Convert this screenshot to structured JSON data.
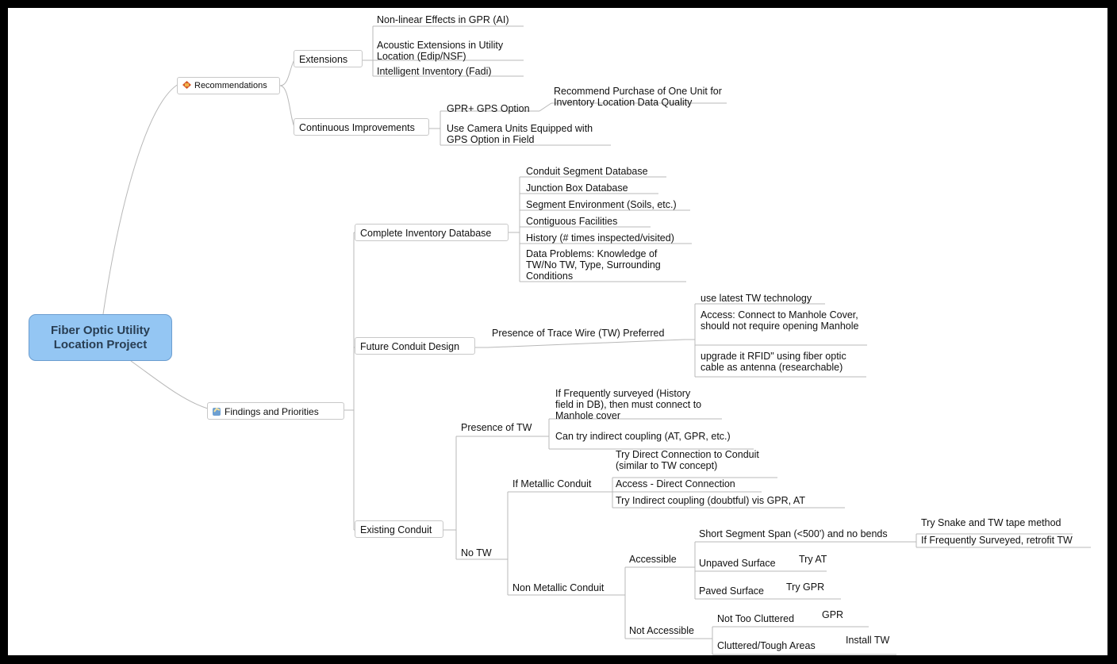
{
  "root": "Fiber Optic Utility Location Project",
  "nodes": {
    "recommendations": "Recommendations",
    "extensions": "Extensions",
    "nonlinear": "Non-linear Effects in GPR (AI)",
    "acoustic": "Acoustic Extensions in Utility Location (Edip/NSF)",
    "intelligent": "Intelligent Inventory (Fadi)",
    "continuous": "Continuous Improvements",
    "gprgps": "GPR+ GPS Option",
    "recommend_purchase": "Recommend Purchase of One Unit for Inventory Location Data Quality",
    "use_camera": "Use Camera Units Equipped with GPS Option in Field",
    "findings": "Findings and Priorities",
    "complete_inventory": "Complete Inventory Database",
    "conduit_segment": "Conduit Segment Database",
    "junction_box": "Junction Box Database",
    "segment_env": "Segment Environment (Soils, etc.)",
    "contiguous": "Contiguous Facilities",
    "history": "History (# times inspected/visited)",
    "data_problems": "Data Problems: Knowledge of TW/No TW, Type, Surrounding Conditions",
    "future_conduit": "Future Conduit Design",
    "presence_tw_pref": "Presence of Trace Wire (TW) Preferred",
    "use_latest": "use latest TW technology",
    "access_connect": "Access: Connect to Manhole Cover, should not require opening Manhole",
    "upgrade_rfid": "upgrade it RFID\" using fiber optic cable as antenna (researchable)",
    "existing_conduit": "Existing Conduit",
    "presence_tw": "Presence of TW",
    "if_frequently": "If Frequently surveyed (History field in DB), then must connect to Manhole cover",
    "can_try_indirect": "Can try indirect coupling (AT, GPR, etc.)",
    "no_tw": "No TW",
    "if_metallic": "If Metallic Conduit",
    "try_direct": "Try Direct Connection to Conduit (similar to TW concept)",
    "access_direct": "Access - Direct Connection",
    "try_indirect_doubtful": "Try Indirect coupling (doubtful) vis GPR, AT",
    "non_metallic": "Non Metallic Conduit",
    "accessible": "Accessible",
    "short_segment": "Short Segment Span (<500') and no bends",
    "try_snake": "Try Snake and TW tape method",
    "if_freq_retrofit": "If Frequently Surveyed, retrofit TW",
    "unpaved": "Unpaved Surface",
    "try_at": "Try AT",
    "paved": "Paved Surface",
    "try_gpr": "Try GPR",
    "not_accessible": "Not Accessible",
    "not_too_cluttered": "Not Too Cluttered",
    "gpr": "GPR",
    "cluttered": "Cluttered/Tough Areas",
    "install_tw": "Install TW"
  },
  "icons": [
    "recommendations-icon",
    "findings-icon"
  ],
  "colors": {
    "root_fill": "#94c6f3",
    "root_text": "#283d52",
    "line": "#b4b4b4",
    "frame": "#000000"
  }
}
